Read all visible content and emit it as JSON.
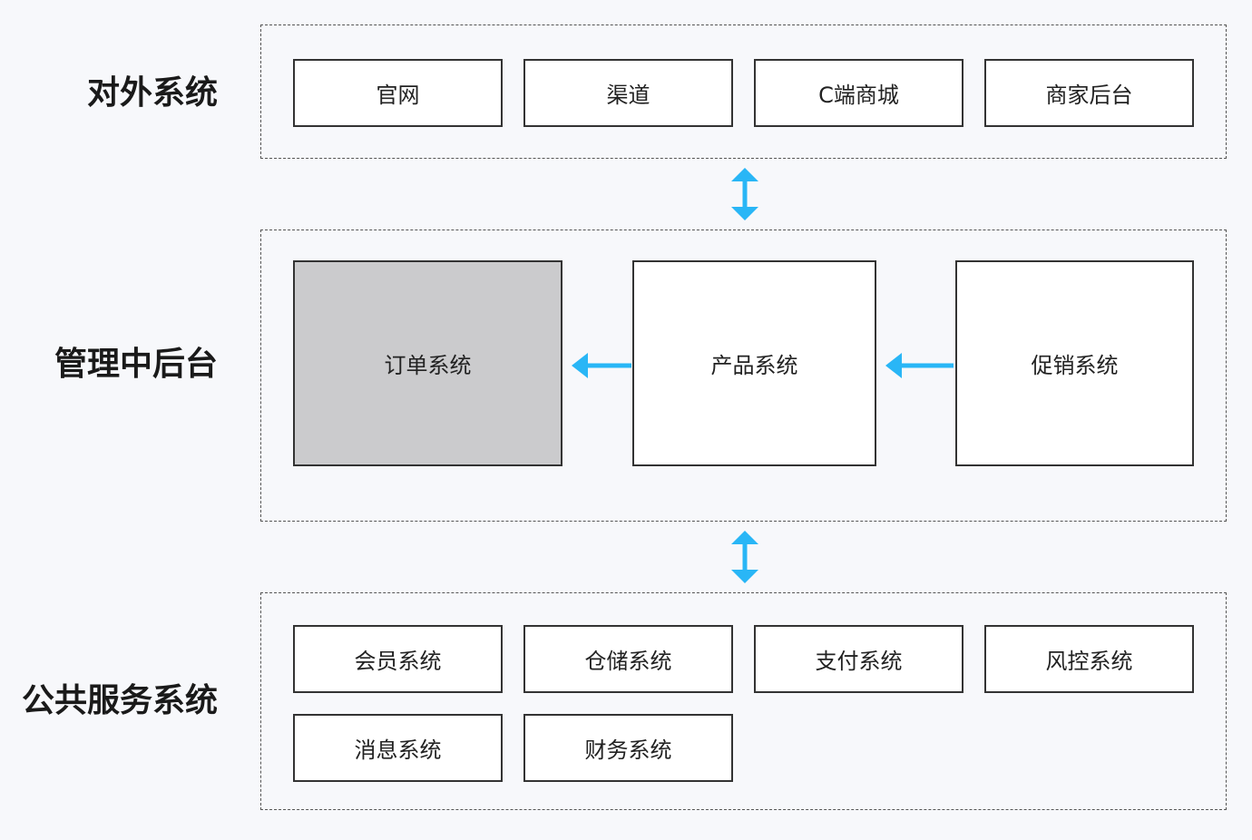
{
  "layers": {
    "external": {
      "label": "对外系统",
      "items": [
        "官网",
        "渠道",
        "C端商城",
        "商家后台"
      ]
    },
    "management": {
      "label": "管理中后台",
      "order": "订单系统",
      "product": "产品系统",
      "promotion": "促销系统"
    },
    "public": {
      "label": "公共服务系统",
      "items": [
        "会员系统",
        "仓储系统",
        "支付系统",
        "风控系统",
        "消息系统",
        "财务系统"
      ]
    }
  },
  "colors": {
    "arrow": "#29b6f6",
    "highlight_box": "#cbcbcd",
    "border": "#333333"
  }
}
